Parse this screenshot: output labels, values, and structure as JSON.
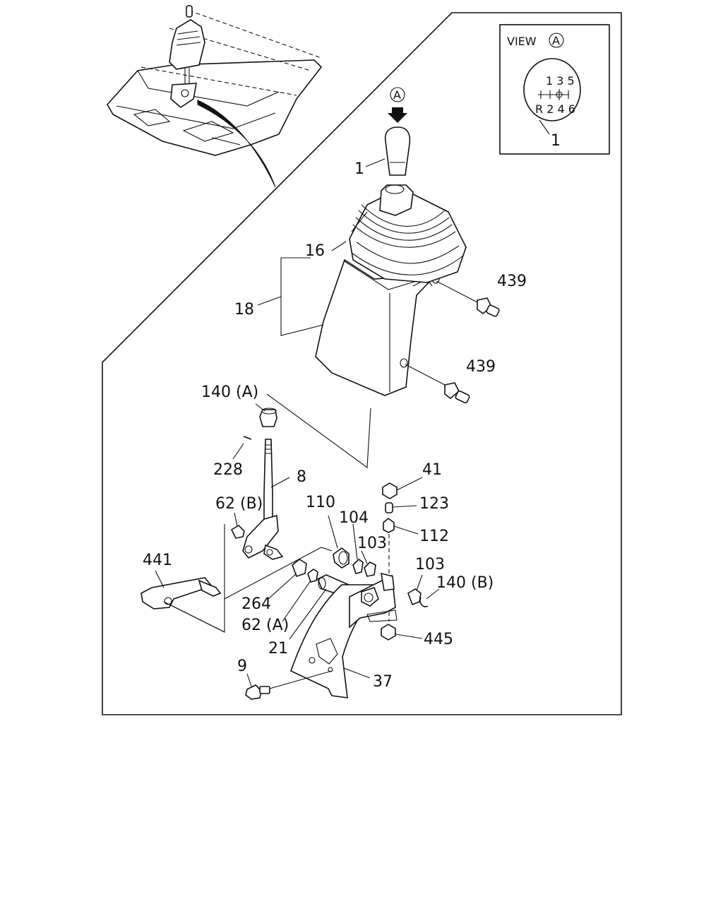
{
  "view_inset": {
    "title": "VIEW",
    "marker": "A",
    "pattern_top": "1 3 5",
    "pattern_bottom": "R 2 4 6",
    "part_label": "1"
  },
  "view_arrow_marker": "A",
  "labels": {
    "p1": "1",
    "p16": "16",
    "p18": "18",
    "p439a": "439",
    "p439b": "439",
    "p140a": "140 (A)",
    "p228": "228",
    "p8": "8",
    "p62b": "62 (B)",
    "p441": "441",
    "p110": "110",
    "p104": "104",
    "p103a": "103",
    "p41": "41",
    "p123": "123",
    "p112": "112",
    "p103b": "103",
    "p140b": "140 (B)",
    "p264": "264",
    "p62a": "62 (A)",
    "p21": "21",
    "p445": "445",
    "p9": "9",
    "p37": "37"
  },
  "colors": {
    "line": "#111111",
    "background": "#ffffff"
  }
}
